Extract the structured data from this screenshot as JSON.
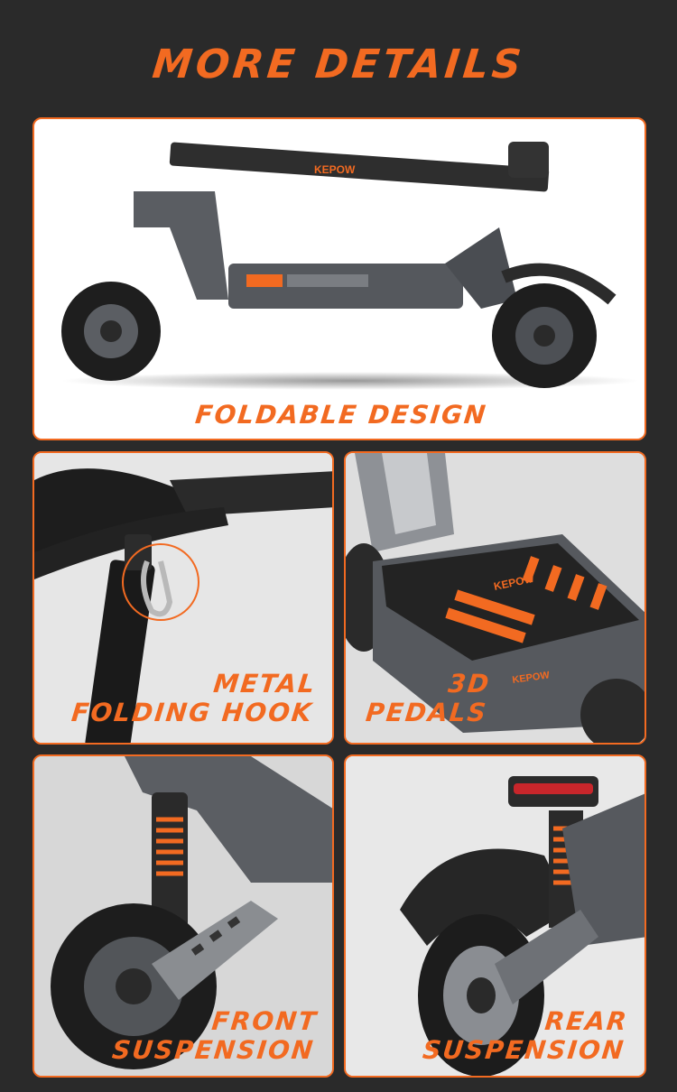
{
  "page": {
    "title": "MORE DETAILS",
    "accent_color": "#f26a21",
    "background_color": "#2a2a2a"
  },
  "panels": {
    "foldable": {
      "label": "FOLDABLE DESIGN",
      "brand": "KEPOW"
    },
    "hook": {
      "label_line1": "METAL",
      "label_line2": "FOLDING HOOK"
    },
    "pedals": {
      "label_line1": "3D",
      "label_line2": "PEDALS",
      "brand": "KEPOW",
      "brand2": "KEPOW"
    },
    "front": {
      "label_line1": "FRONT",
      "label_line2": "SUSPENSION"
    },
    "rear": {
      "label_line1": "REAR",
      "label_line2": "SUSPENSION"
    }
  }
}
